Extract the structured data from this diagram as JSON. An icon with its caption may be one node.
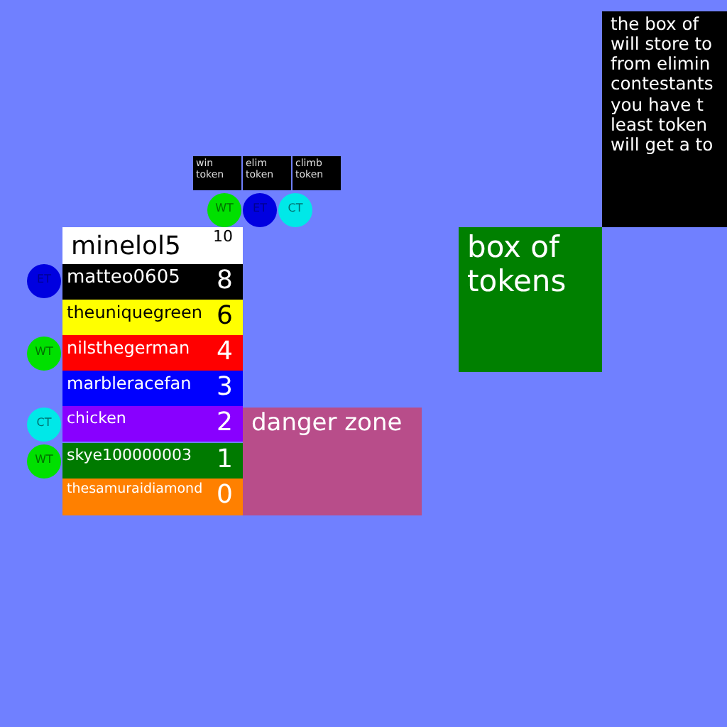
{
  "diagram": {
    "nodes": [
      {
        "text": [
          "win token"
        ]
      },
      {
        "text": [
          "elim token"
        ]
      },
      {
        "text": [
          "climb token"
        ]
      },
      {
        "text": [
          "WT"
        ]
      },
      {
        "text": [
          "ET"
        ]
      },
      {
        "text": [
          "CT"
        ]
      },
      {
        "text": [
          "minelol5",
          "10"
        ]
      },
      {
        "text": [
          "ET"
        ]
      },
      {
        "text": [
          "matteo0605",
          "8"
        ]
      },
      {
        "text": [
          "theuniquegreen",
          "6"
        ]
      },
      {
        "text": [
          "WT"
        ]
      },
      {
        "text": [
          "nilsthegerman",
          "4"
        ]
      },
      {
        "text": [
          "marbleracefan",
          "3"
        ]
      },
      {
        "text": [
          "CT"
        ]
      },
      {
        "text": [
          "chicken",
          "2"
        ]
      },
      {
        "text": [
          "WT"
        ]
      },
      {
        "text": [
          "skye100000003",
          "1"
        ]
      },
      {
        "text": [
          "thesamuraidiamond",
          "0"
        ]
      },
      {
        "text": [
          "danger zone"
        ]
      },
      {
        "text": [
          "box of tokens"
        ]
      },
      {
        "text": [
          "the box of will store to from elimin contestants you have t least token will get a to"
        ]
      }
    ]
  }
}
